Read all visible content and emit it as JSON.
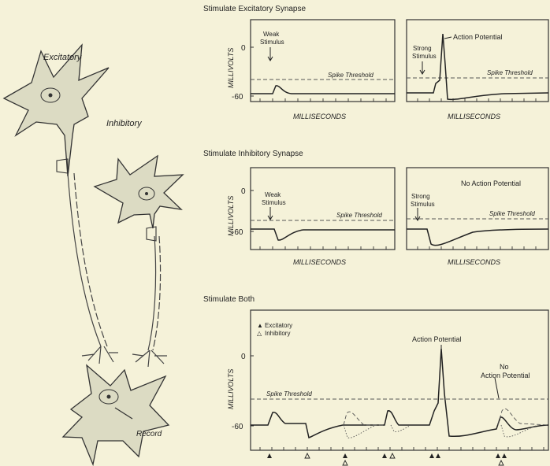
{
  "neurons": {
    "excitatory_label": "Excitatory",
    "inhibitory_label": "Inhibitory",
    "record_label": "Record"
  },
  "panels": {
    "excitatory_title": "Stimulate Excitatory Synapse",
    "inhibitory_title": "Stimulate Inhibitory Synapse",
    "both_title": "Stimulate Both",
    "y_axis_label": "MILLIVOLTS",
    "x_axis_label": "MILLISECONDS",
    "zero_tick": "0",
    "rest_tick": "-60",
    "threshold_label": "Spike Threshold",
    "weak_stimulus": "Weak Stimulus",
    "strong_stimulus": "Strong Stimulus",
    "action_potential": "Action Potential",
    "no_action_potential": "No Action Potential",
    "legend_excitatory": "Excitatory",
    "legend_inhibitory": "Inhibitory",
    "legend_excitatory_symbol": "▲",
    "legend_inhibitory_symbol": "△"
  }
}
